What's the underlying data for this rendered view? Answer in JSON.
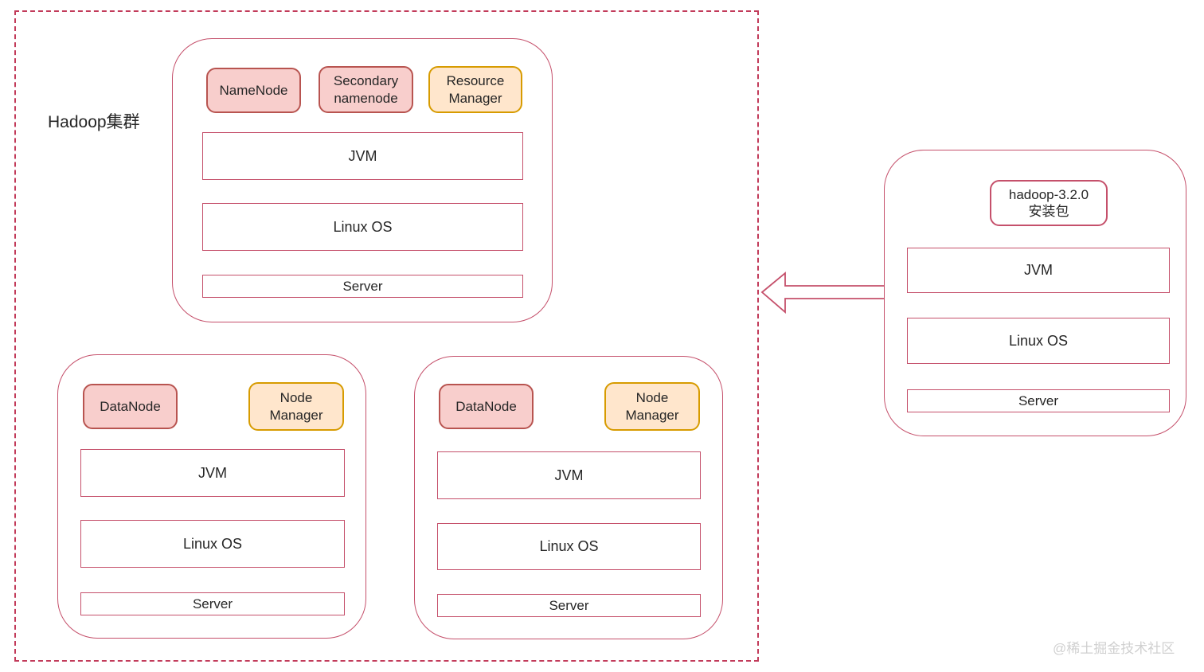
{
  "cluster": {
    "label": "Hadoop集群",
    "master_server": {
      "badges": [
        {
          "label": "NameNode",
          "type": "pink"
        },
        {
          "label": "Secondary\nnamenode",
          "type": "pink"
        },
        {
          "label": "Resource\nManager",
          "type": "orange"
        }
      ],
      "layers": [
        "JVM",
        "Linux OS",
        "Server"
      ]
    },
    "worker_servers": [
      {
        "badges": [
          {
            "label": "DataNode",
            "type": "pink"
          },
          {
            "label": "Node\nManager",
            "type": "orange"
          }
        ],
        "layers": [
          "JVM",
          "Linux OS",
          "Server"
        ]
      },
      {
        "badges": [
          {
            "label": "DataNode",
            "type": "pink"
          },
          {
            "label": "Node\nManager",
            "type": "orange"
          }
        ],
        "layers": [
          "JVM",
          "Linux OS",
          "Server"
        ]
      }
    ]
  },
  "install_package": {
    "badge": "hadoop-3.2.0\n安装包",
    "layers": [
      "JVM",
      "Linux OS",
      "Server"
    ]
  },
  "watermark": "@稀土掘金技术社区",
  "colors": {
    "pink_fill": "#f8cecc",
    "pink_stroke": "#b85450",
    "orange_fill": "#ffe6cc",
    "orange_stroke": "#d79b00",
    "rose_stroke": "#c5506b",
    "dashed_stroke": "#c23b5a",
    "text": "#262626",
    "watermark": "#d0d0d0"
  }
}
